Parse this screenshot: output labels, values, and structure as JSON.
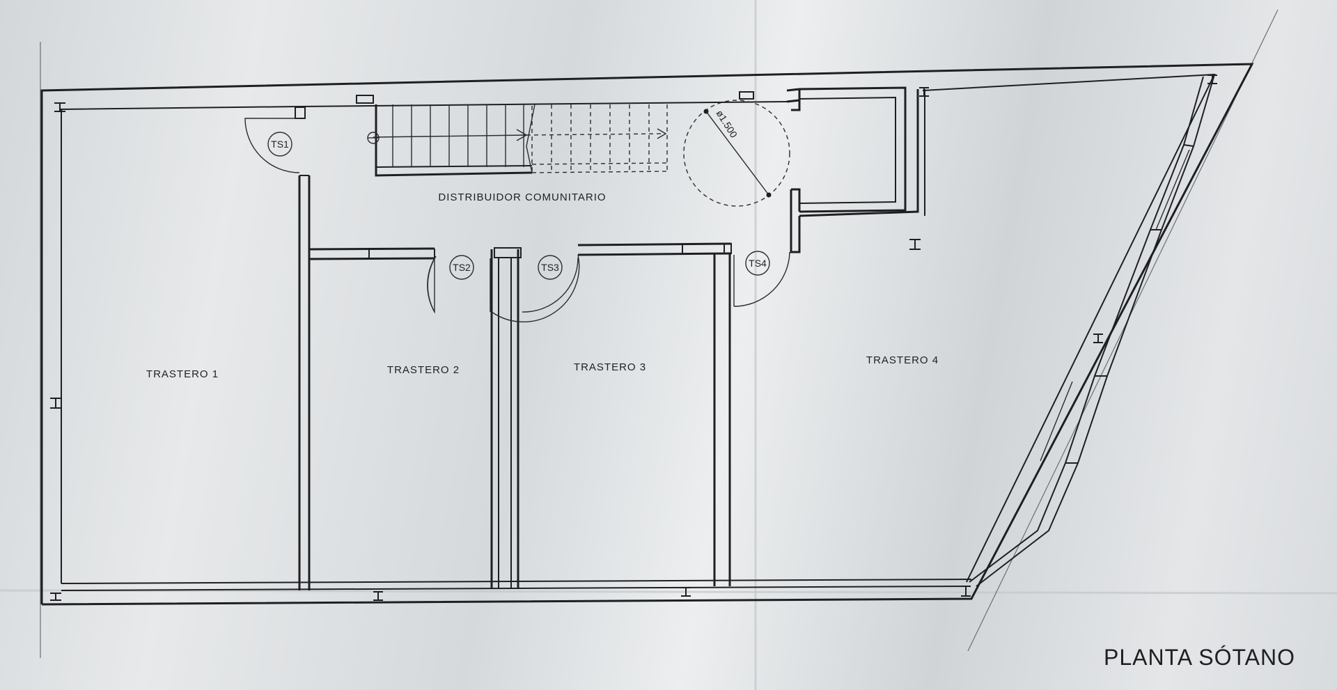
{
  "plan": {
    "title": "PLANTA SÓTANO",
    "rooms": {
      "distribuidor": "DISTRIBUIDOR COMUNITARIO",
      "trastero1": "TRASTERO  1",
      "trastero2": "TRASTERO  2",
      "trastero3": "TRASTERO  3",
      "trastero4": "TRASTERO  4"
    },
    "doors": {
      "ts1": "TS1",
      "ts2": "TS2",
      "ts3": "TS3",
      "ts4": "TS4"
    },
    "turning_circle_label": "ø1.500"
  }
}
